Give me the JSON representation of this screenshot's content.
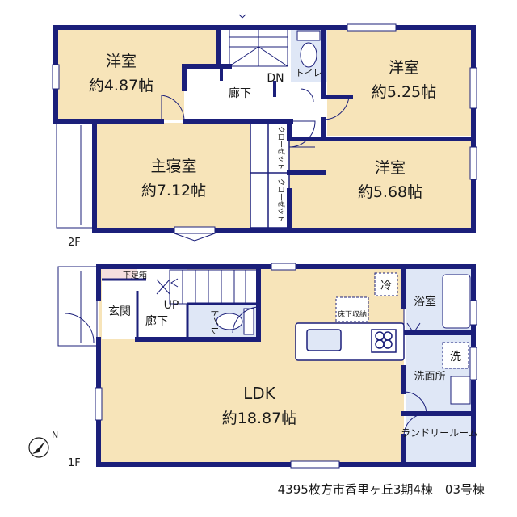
{
  "floor2": {
    "floor_label": "2F",
    "rooms": {
      "western_nw": {
        "name": "洋室",
        "size": "約4.87帖"
      },
      "western_ne": {
        "name": "洋室",
        "size": "約5.25帖"
      },
      "master": {
        "name": "主寝室",
        "size": "約7.12帖"
      },
      "western_se": {
        "name": "洋室",
        "size": "約5.68帖"
      },
      "hall": {
        "name": "廊下"
      },
      "toilet": {
        "name": "トイレ"
      },
      "closet_a": {
        "name": "クローゼット"
      },
      "closet_b": {
        "name": "クローゼット"
      },
      "stairs_dn": {
        "name": "DN"
      }
    }
  },
  "floor1": {
    "floor_label": "1F",
    "rooms": {
      "ldk": {
        "name": "LDK",
        "size": "約18.87帖"
      },
      "entrance": {
        "name": "玄関"
      },
      "shoe_box": {
        "name": "下足箱"
      },
      "stairs_up": {
        "name": "UP"
      },
      "hall": {
        "name": "廊下"
      },
      "toilet": {
        "name": "トイレ"
      },
      "bath": {
        "name": "浴室"
      },
      "washroom": {
        "name": "洗面所"
      },
      "laundry": {
        "name": "ランドリールーム"
      },
      "fridge": {
        "name": "冷"
      },
      "washer": {
        "name": "洗"
      },
      "floor_storage": {
        "name": "床下収納"
      }
    }
  },
  "caption": "4395枚方市香里ヶ丘3期4棟　03号棟",
  "colors": {
    "wall": "#1b1f7a",
    "room_fill": "#f7e4b9",
    "wet_fill": "#dfe7f6",
    "hall_fill": "#ffffff",
    "closet_fill": "#ffffff",
    "shoe_fill": "#f4dede"
  }
}
